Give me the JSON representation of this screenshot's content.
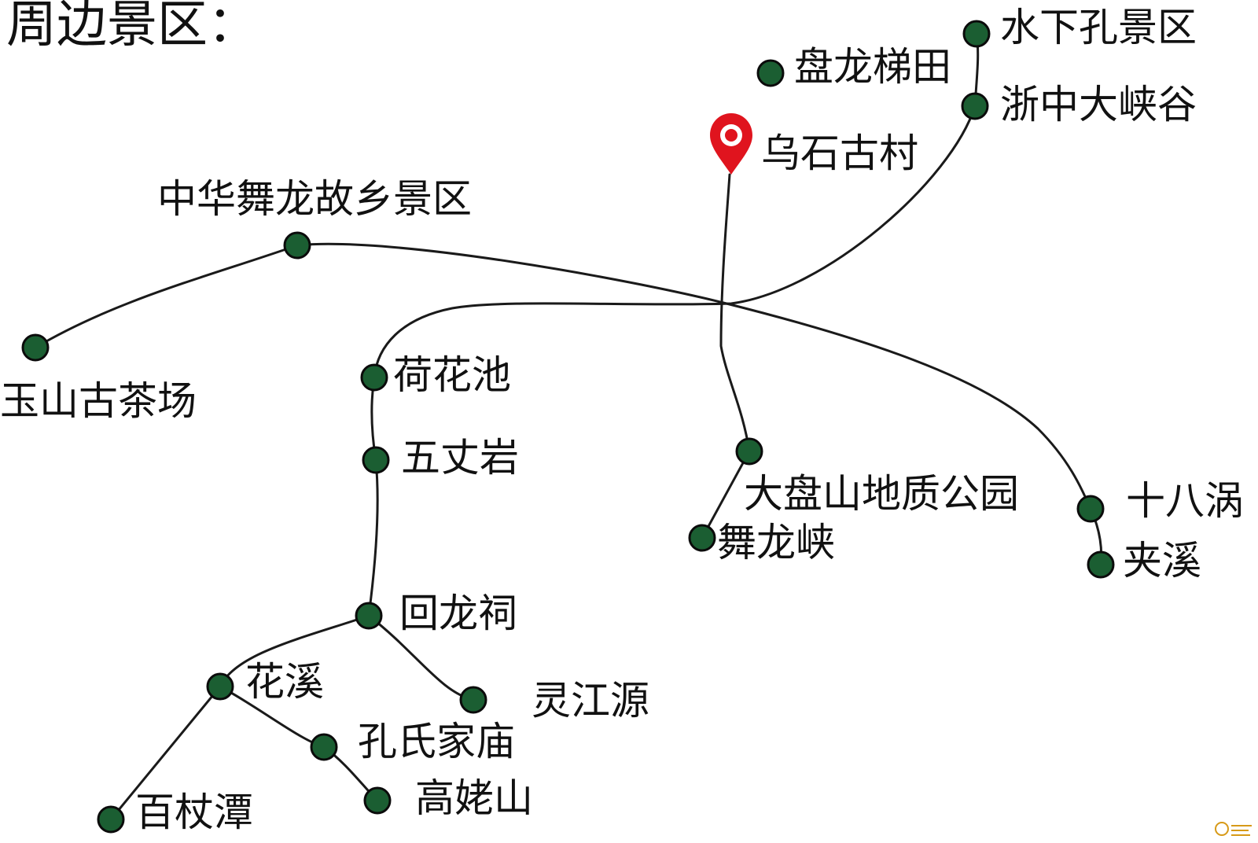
{
  "title": "周边景区：",
  "colors": {
    "node": "#1b5e32",
    "line": "#1a1a1a",
    "marker": "#e0141e"
  },
  "center": {
    "name": "乌石古村",
    "icon": "map-pin-icon"
  },
  "spots": [
    "水下孔景区",
    "盘龙梯田",
    "浙中大峡谷",
    "中华舞龙故乡景区",
    "玉山古茶场",
    "荷花池",
    "五丈岩",
    "回龙祠",
    "花溪",
    "灵江源",
    "孔氏家庙",
    "高姥山",
    "百杖潭",
    "大盘山地质公园",
    "舞龙峡",
    "十八涡",
    "夹溪"
  ]
}
